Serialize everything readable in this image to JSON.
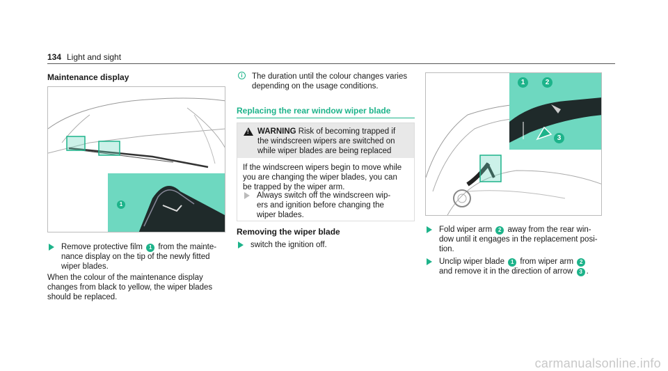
{
  "header": {
    "page_number": "134",
    "section": "Light and sight"
  },
  "maintenance": {
    "heading": "Maintenance display",
    "step1": {
      "line1_pre": "Remove protective film",
      "badge": "1",
      "line1_post": "from the mainte-",
      "line2": "nance display on the tip of the newly fitted",
      "line3": "wiper blades."
    },
    "para": {
      "line1": "When the colour of the maintenance display",
      "line2": "changes from black to yellow, the wiper blades",
      "line3": "should be replaced."
    }
  },
  "note": {
    "line1": "The duration until the colour changes varies",
    "line2": "depending on the usage conditions."
  },
  "replace": {
    "heading": "Replacing the rear window wiper blade"
  },
  "warning": {
    "word": "WARNING",
    "head_line1": "Risk of becoming trapped if",
    "head_line2": "the windscreen wipers are switched on",
    "head_line3": "while wiper blades are being replaced",
    "body_line1": "If the windscreen wipers begin to move while",
    "body_line2": "you are changing the wiper blades, you can",
    "body_line3": "be trapped by the wiper arm.",
    "step_line1": "Always switch off the windscreen wip-",
    "step_line2": "ers and ignition before changing the",
    "step_line3": "wiper blades."
  },
  "remove": {
    "heading": "Removing the wiper blade",
    "step1": "switch the ignition off."
  },
  "right_steps": {
    "step1": {
      "pre": "Fold wiper arm",
      "badge": "2",
      "post": "away from the rear win-",
      "line2": "dow until it engages in the replacement posi-",
      "line3": "tion."
    },
    "step2": {
      "pre": "Unclip wiper blade",
      "badge1": "1",
      "mid": "from wiper arm",
      "badge2": "2",
      "line2_pre": "and remove it in the direction of arrow",
      "badge3": "3",
      "line2_post": "."
    }
  },
  "figures": {
    "fig1_callout": "1",
    "fig2_callouts": [
      "1",
      "2",
      "3"
    ]
  },
  "footer": {
    "watermark": "carmanualsonline.info"
  },
  "colors": {
    "accent": "#1db38a",
    "callout_bg": "#6ed8c0"
  }
}
